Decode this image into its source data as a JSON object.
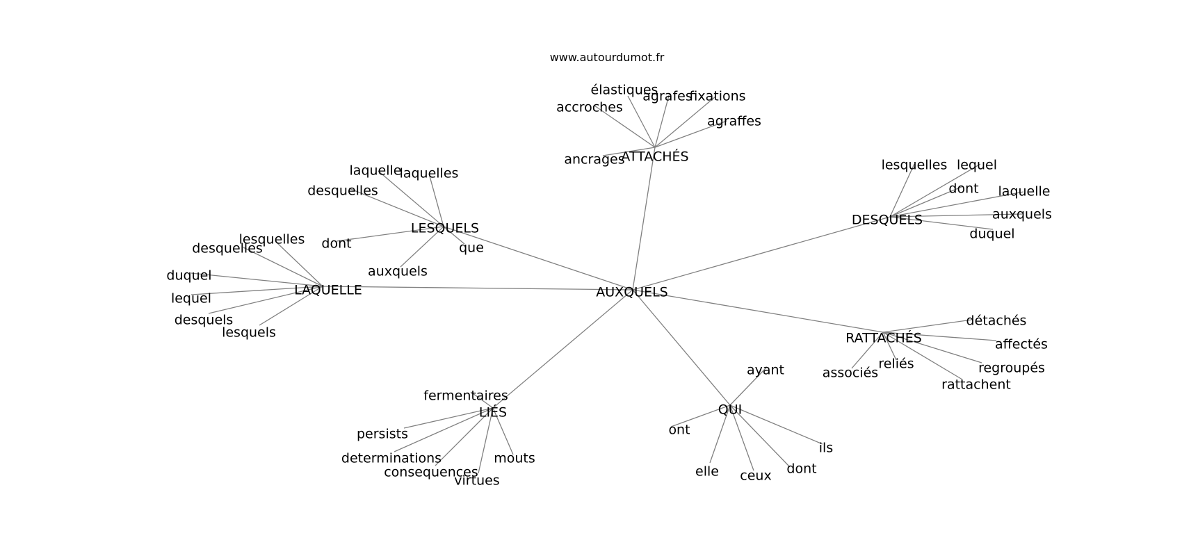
{
  "watermark": "www.autourdumot.fr",
  "center": "AUXQUELS",
  "groups": [
    {
      "hub": "ATTACHÉS",
      "words": [
        "accroches",
        "élastiques",
        "agrafes",
        "fixations",
        "agraffes",
        "ancrages"
      ]
    },
    {
      "hub": "LESQUELS",
      "words": [
        "laquelle",
        "laquelles",
        "desquelles",
        "dont",
        "que",
        "auxquels"
      ]
    },
    {
      "hub": "DESQUELS",
      "words": [
        "lesquelles",
        "lequel",
        "dont",
        "laquelle",
        "auxquels",
        "duquel"
      ]
    },
    {
      "hub": "LAQUELLE",
      "words": [
        "lesquelles",
        "desquelles",
        "duquel",
        "lequel",
        "desquels",
        "lesquels"
      ]
    },
    {
      "hub": "RATTACHÉS",
      "words": [
        "détachés",
        "affectés",
        "regroupés",
        "rattachent",
        "reliés",
        "associés"
      ]
    },
    {
      "hub": "LIÉS",
      "words": [
        "fermentaires",
        "persists",
        "determinations",
        "consequences",
        "virtues",
        "mouts"
      ]
    },
    {
      "hub": "QUI",
      "words": [
        "ayant",
        "ont",
        "elle",
        "ceux",
        "dont",
        "ils"
      ]
    }
  ]
}
